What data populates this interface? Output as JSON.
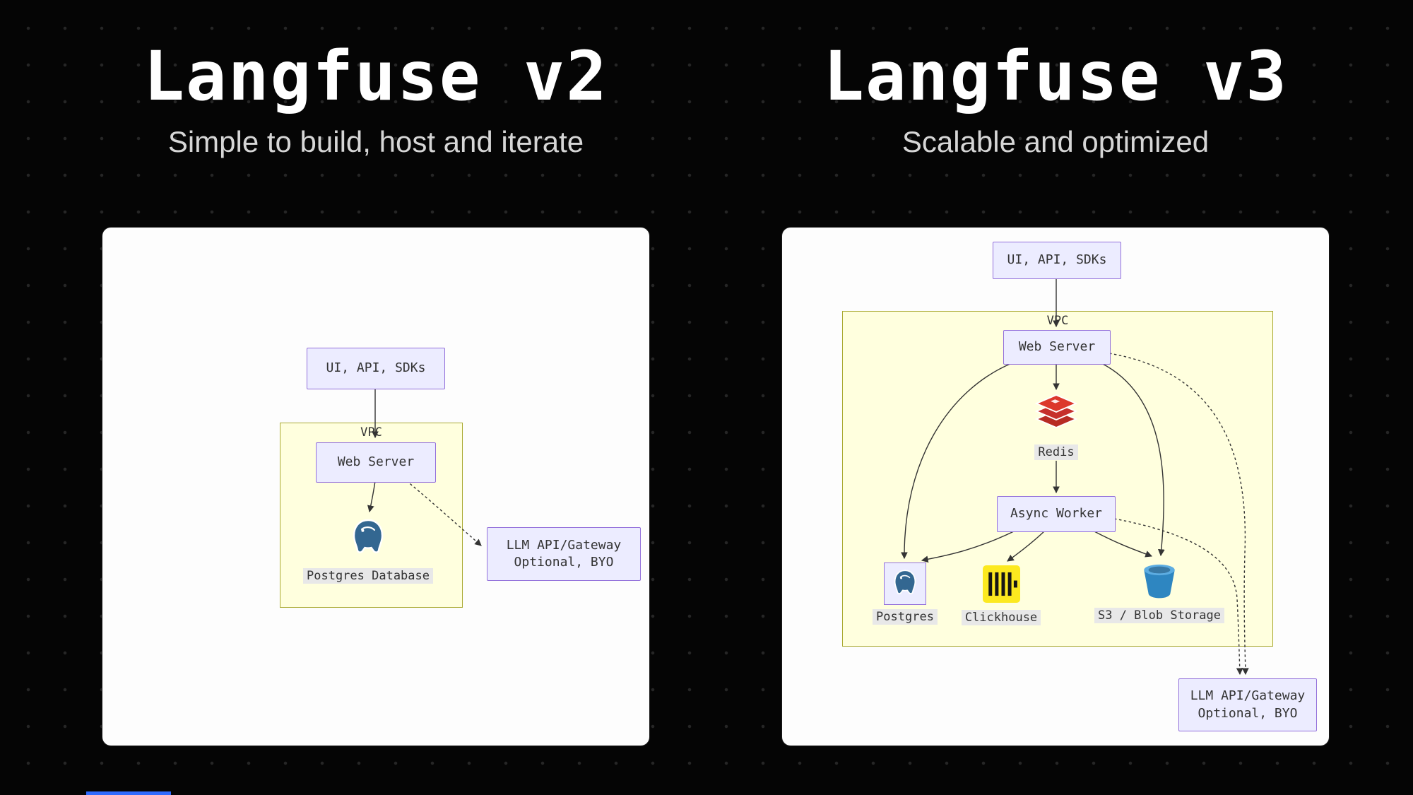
{
  "left": {
    "title": "Langfuse v2",
    "subtitle": "Simple to build, host and iterate",
    "diagram": {
      "ui_node": "UI, API, SDKs",
      "vpc_label": "VPC",
      "web_server": "Web Server",
      "postgres_label": "Postgres Database",
      "llm_line1": "LLM API/Gateway",
      "llm_line2": "Optional, BYO"
    }
  },
  "right": {
    "title": "Langfuse v3",
    "subtitle": "Scalable and optimized",
    "diagram": {
      "ui_node": "UI, API, SDKs",
      "vpc_label": "VPC",
      "web_server": "Web Server",
      "redis_label": "Redis",
      "async_worker": "Async Worker",
      "postgres_label": "Postgres",
      "clickhouse_label": "Clickhouse",
      "s3_label": "S3 / Blob Storage",
      "llm_line1": "LLM API/Gateway",
      "llm_line2": "Optional, BYO"
    }
  },
  "icons": {
    "postgres": "postgres-elephant-icon",
    "redis": "redis-stack-icon",
    "clickhouse": "clickhouse-bars-icon",
    "s3": "bucket-icon"
  },
  "colors": {
    "background": "#050505",
    "panel_bg": "#FDFDFD",
    "node_fill": "#ECECFF",
    "node_border": "#9370DB",
    "cluster_fill": "#FFFFDE",
    "cluster_border": "#AAAA33",
    "edge": "#343434",
    "title_text": "#FFFFFF",
    "subtitle_text": "#D6D6D6",
    "postgres_blue": "#336791",
    "redis_red": "#DC382C",
    "clickhouse_yellow": "#FCE91F",
    "s3_blue": "#2E86C1",
    "accent_strip": "#2F6BFF"
  }
}
